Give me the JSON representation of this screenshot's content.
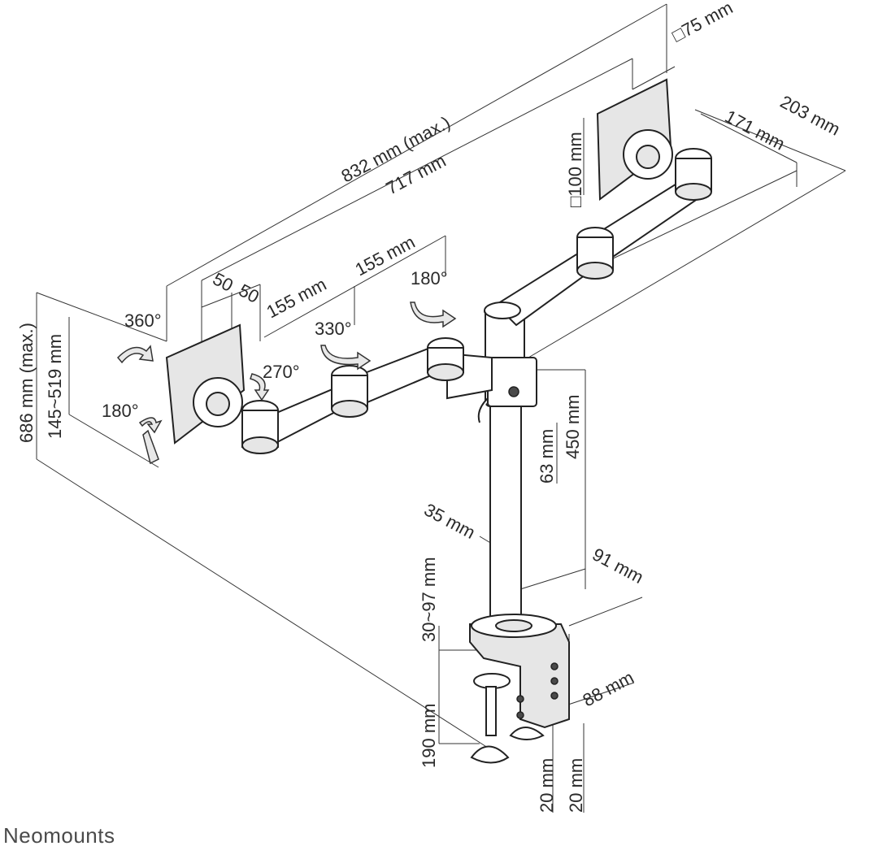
{
  "labels": {
    "vesa_small": "□75 mm",
    "vesa_large": "□100 mm",
    "width_203": "203 mm",
    "width_171": "171 mm",
    "span_max": "832 mm (max.)",
    "span_717": "717 mm",
    "arm_155_a": "155 mm",
    "arm_155_b": "155 mm",
    "offset_50_a": "50",
    "offset_50_b": "50",
    "rot_180_top": "180°",
    "rot_360": "360°",
    "rot_330": "330°",
    "rot_270": "270°",
    "rot_180_left": "180°",
    "height_max": "686 mm (max.)",
    "height_range": "145~519 mm",
    "height_450": "450 mm",
    "height_63": "63 mm",
    "pole_35": "35 mm",
    "clamp_30_97": "30~97 mm",
    "base_91": "91 mm",
    "base_88": "88 mm",
    "clamp_190": "190 mm",
    "foot_20_a": "20 mm",
    "foot_20_b": "20 mm"
  },
  "brand": "Neomounts"
}
